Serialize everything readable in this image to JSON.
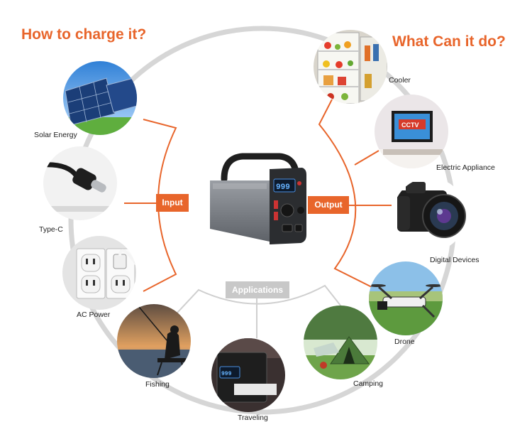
{
  "headings": {
    "left": "How to charge it?",
    "right": "What Can it do?"
  },
  "tags": {
    "input": "Input",
    "output": "Output",
    "applications": "Applications"
  },
  "device": {
    "display": "999"
  },
  "charge_sources": [
    "Solar Energy",
    "Type-C",
    "AC Power"
  ],
  "outputs": [
    "Cooler",
    "Electric Appliance",
    "Digital Devices",
    "Drone"
  ],
  "applications": [
    "Fishing",
    "Traveling",
    "Camping"
  ],
  "colors": {
    "accent": "#e8652b",
    "ring": "#d6d6d6",
    "tag_gray": "#c8c8c8"
  },
  "icons": [
    "solar-panel-icon",
    "usb-c-cable-icon",
    "wall-outlet-icon",
    "fridge-icon",
    "tv-icon",
    "camera-icon",
    "drone-icon",
    "tent-icon",
    "power-station-icon",
    "fishing-scene-icon"
  ]
}
